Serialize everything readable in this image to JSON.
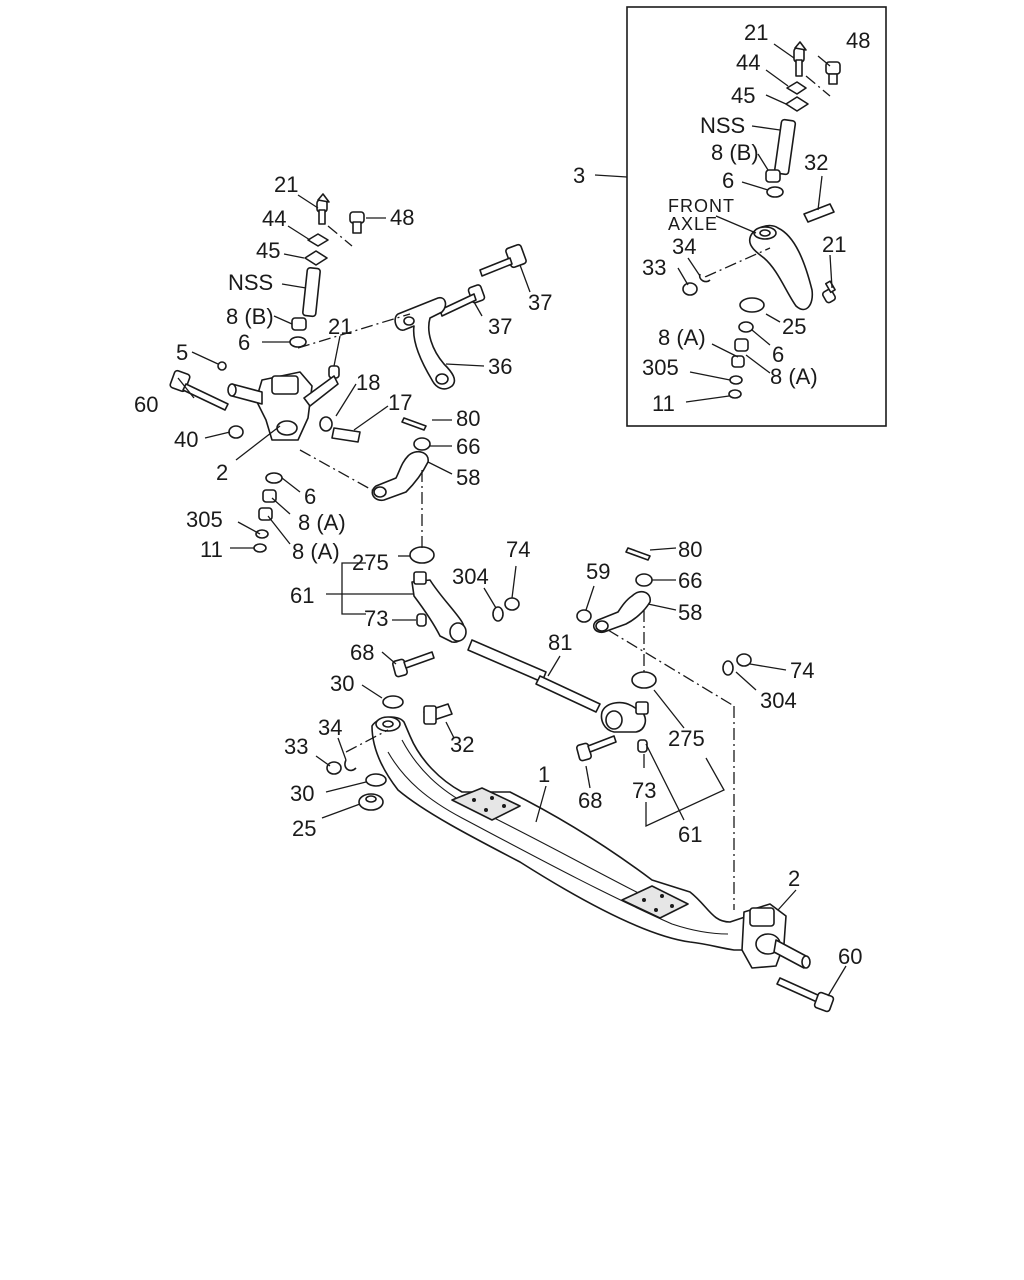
{
  "inset": {
    "callout": "3",
    "front_axle_line1": "FRONT",
    "front_axle_line2": "AXLE",
    "labels": {
      "i21": "21",
      "i48": "48",
      "i44": "44",
      "i45": "45",
      "insss": "NSS",
      "i8b": "8 (B)",
      "i6": "6",
      "i32": "32",
      "i34": "34",
      "i33": "33",
      "i21b": "21",
      "i25": "25",
      "i8a": "8 (A)",
      "i6b": "6",
      "i8a2": "8 (A)",
      "i305": "305",
      "i11": "11"
    }
  },
  "main": {
    "labels": {
      "m21": "21",
      "m48": "48",
      "m44": "44",
      "m45": "45",
      "mnss": "NSS",
      "m8b": "8 (B)",
      "m21b": "21",
      "m37a": "37",
      "m37b": "37",
      "m6": "6",
      "m5": "5",
      "m18": "18",
      "m36": "36",
      "m60": "60",
      "m17": "17",
      "m80": "80",
      "m40": "40",
      "m66": "66",
      "m2": "2",
      "m58": "58",
      "m6b": "6",
      "m305": "305",
      "m8a": "8 (A)",
      "m11": "11",
      "m8a2": "8 (A)",
      "m74": "74",
      "m80b": "80",
      "m275": "275",
      "m304": "304",
      "m59": "59",
      "m66b": "66",
      "m61": "61",
      "m73": "73",
      "m58b": "58",
      "m68": "68",
      "m81": "81",
      "m74b": "74",
      "m30": "30",
      "m304b": "304",
      "m34": "34",
      "m32": "32",
      "m275b": "275",
      "m33": "33",
      "m30b": "30",
      "m1": "1",
      "m68b": "68",
      "m73b": "73",
      "m25": "25",
      "m61b": "61",
      "m2b": "2",
      "m60b": "60"
    }
  }
}
